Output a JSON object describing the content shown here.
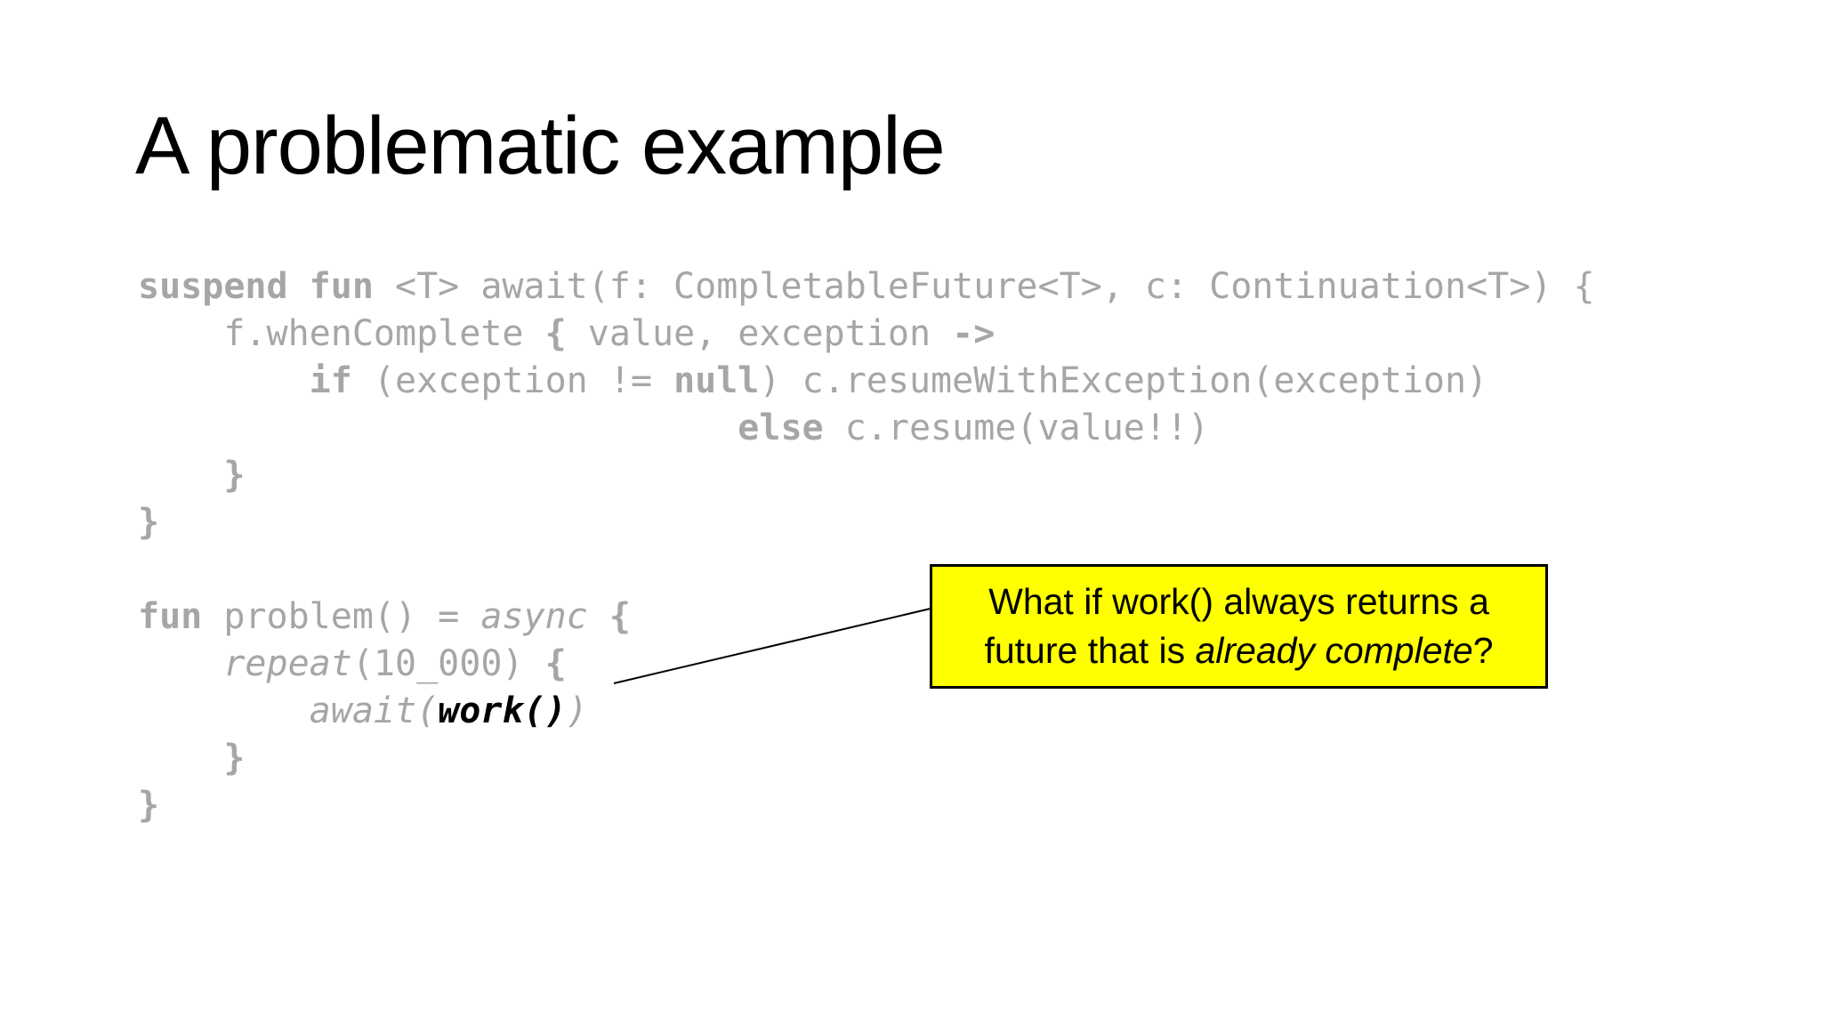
{
  "slide": {
    "title": "A problematic example",
    "background_color": "#ffffff"
  },
  "code": {
    "text_color_gray": "#a6a6a6",
    "text_color_black": "#000000",
    "lines": [
      [
        {
          "t": "suspend fun",
          "s": "b"
        },
        {
          "t": " <T> await(f: CompletableFuture<T>, c: Continuation<T>) {"
        }
      ],
      [
        {
          "t": "    f.whenComplete "
        },
        {
          "t": "{",
          "s": "b"
        },
        {
          "t": " value, exception "
        },
        {
          "t": "->",
          "s": "b"
        }
      ],
      [
        {
          "t": "        "
        },
        {
          "t": "if",
          "s": "b"
        },
        {
          "t": " (exception != "
        },
        {
          "t": "null",
          "s": "b"
        },
        {
          "t": ") c.resumeWithException(exception)"
        }
      ],
      [
        {
          "t": "                            "
        },
        {
          "t": "else",
          "s": "b"
        },
        {
          "t": " c.resume(value!!)"
        }
      ],
      [
        {
          "t": "    "
        },
        {
          "t": "}",
          "s": "b"
        }
      ],
      [
        {
          "t": "}",
          "s": "b"
        }
      ],
      [],
      [
        {
          "t": "fun",
          "s": "b"
        },
        {
          "t": " problem() = "
        },
        {
          "t": "async",
          "s": "i"
        },
        {
          "t": " "
        },
        {
          "t": "{",
          "s": "b"
        }
      ],
      [
        {
          "t": "    "
        },
        {
          "t": "repeat",
          "s": "i"
        },
        {
          "t": "(10_000) "
        },
        {
          "t": "{",
          "s": "b"
        }
      ],
      [
        {
          "t": "        "
        },
        {
          "t": "await(",
          "s": "i"
        },
        {
          "t": "work()",
          "s": "b i k"
        },
        {
          "t": ")",
          "s": "i"
        }
      ],
      [
        {
          "t": "    "
        },
        {
          "t": "}",
          "s": "b"
        }
      ],
      [
        {
          "t": "}",
          "s": "b"
        }
      ]
    ]
  },
  "callout": {
    "background_color": "#ffff00",
    "border_color": "#000000",
    "text": "What if work() always returns a future that is already complete?",
    "segments": [
      {
        "t": "What if work() always returns a future that is "
      },
      {
        "t": "already complete",
        "s": "i"
      },
      {
        "t": "?"
      }
    ]
  }
}
